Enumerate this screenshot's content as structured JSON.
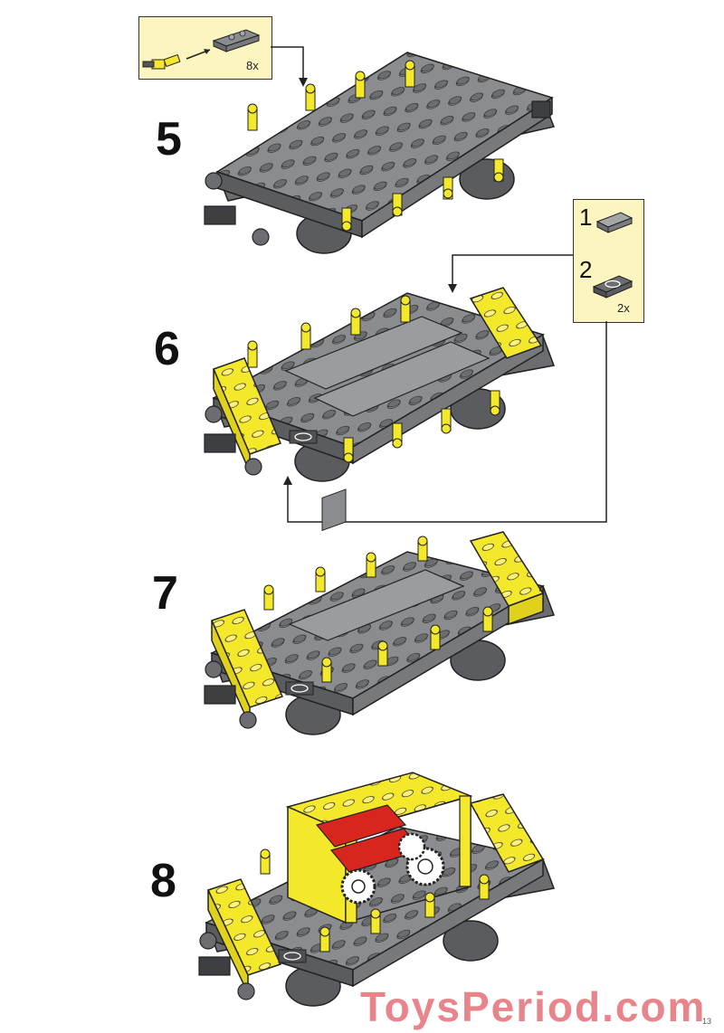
{
  "steps": [
    {
      "number": "5"
    },
    {
      "number": "6"
    },
    {
      "number": "7"
    },
    {
      "number": "8"
    }
  ],
  "callouts": {
    "step5": {
      "multiplier": "8x"
    },
    "step6": {
      "part1_index": "1",
      "part2_index": "2",
      "multiplier": "2x"
    }
  },
  "watermark": "ToysPeriod.com",
  "page_number": "13",
  "colors": {
    "dark_gray": "#6b6d70",
    "mid_gray": "#8a8c8f",
    "light_gray": "#a4a6a8",
    "yellow": "#f4e82a",
    "red": "#d8261f",
    "callout_bg": "#fdf5c0",
    "watermark": "#e8848a"
  }
}
